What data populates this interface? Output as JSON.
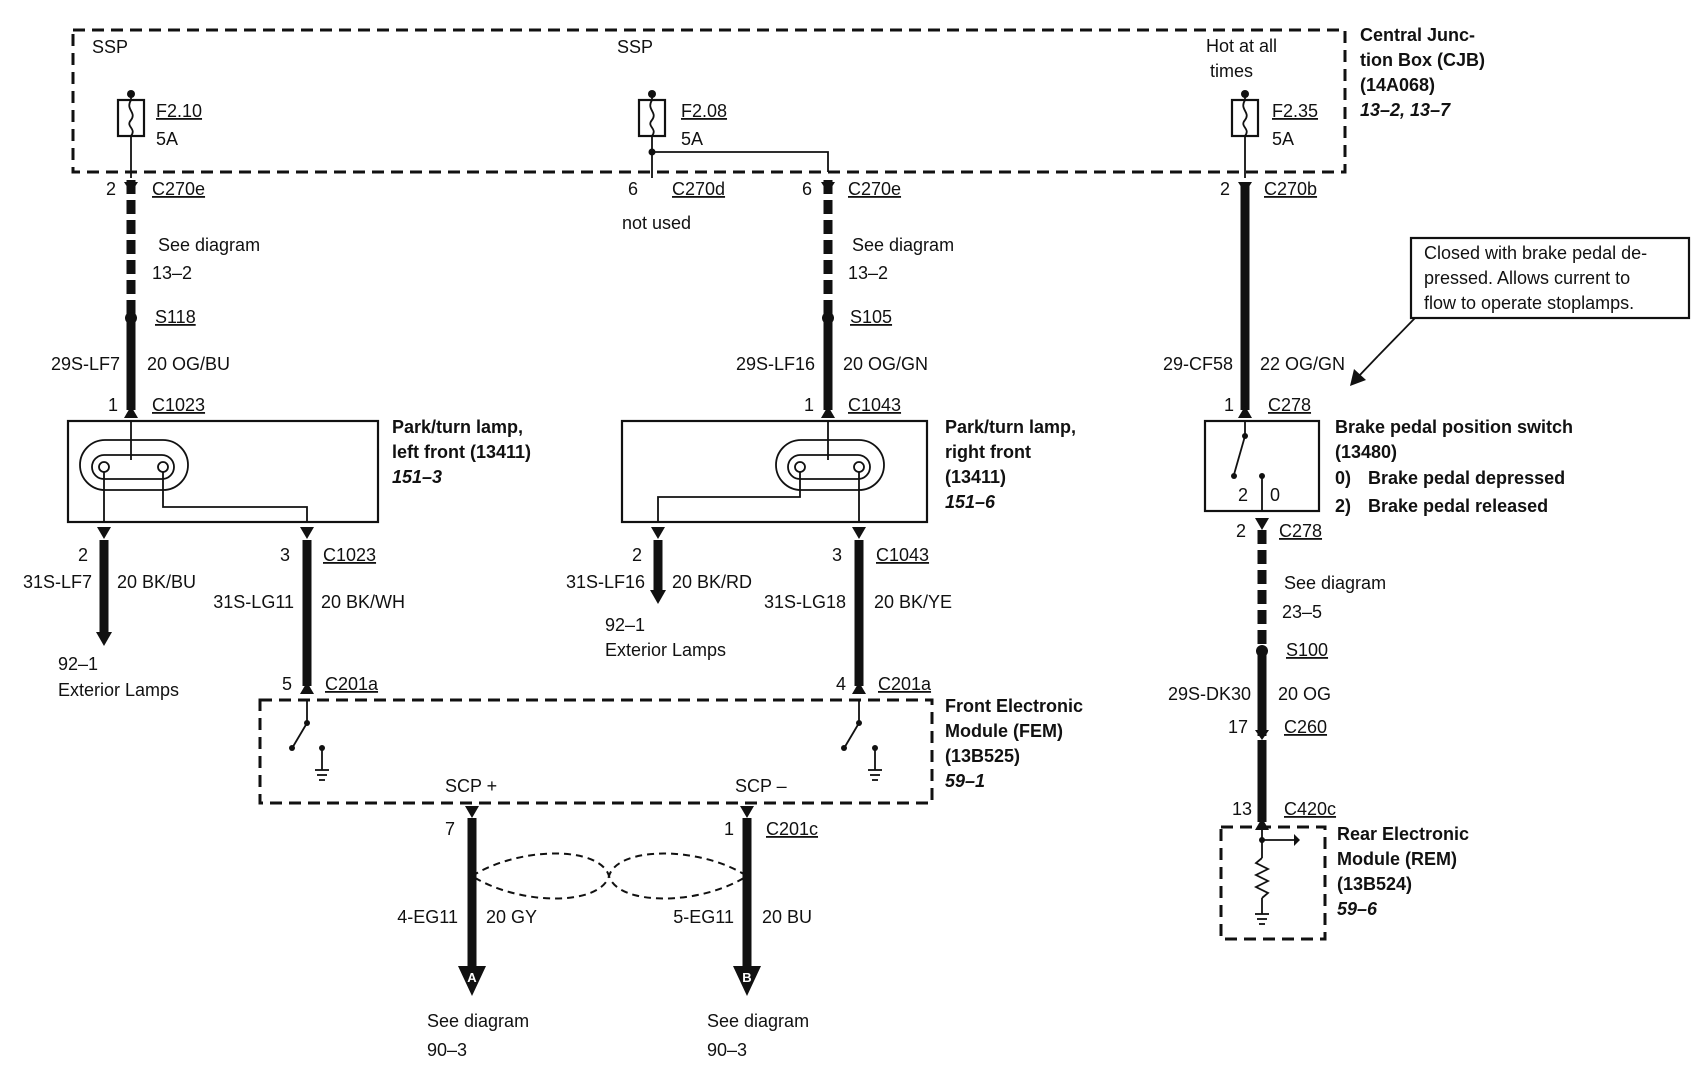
{
  "cjb": {
    "title": [
      "Central Junc-",
      "tion Box (CJB)",
      "(14A068)"
    ],
    "ref": "13–2, 13–7",
    "ssp_left": "SSP",
    "ssp_mid": "SSP",
    "hot": [
      "Hot at all",
      "times"
    ]
  },
  "fuses": [
    {
      "id": "F2.10",
      "amp": "5A"
    },
    {
      "id": "F2.08",
      "amp": "5A"
    },
    {
      "id": "F2.35",
      "amp": "5A"
    }
  ],
  "connectors_top": [
    {
      "pin": "2",
      "name": "C270e"
    },
    {
      "pin": "6",
      "name": "C270d",
      "note": "not used"
    },
    {
      "pin": "6",
      "name": "C270e"
    },
    {
      "pin": "2",
      "name": "C270b"
    }
  ],
  "see_diagram": [
    {
      "text": "See diagram",
      "ref": "13–2"
    },
    {
      "text": "See diagram",
      "ref": "13–2"
    },
    {
      "text": "See diagram",
      "ref": "23–5"
    }
  ],
  "splices": [
    "S118",
    "S105",
    "S100"
  ],
  "wires": {
    "w29s_lf7": {
      "circuit": "29S-LF7",
      "spec": "20 OG/BU"
    },
    "w29s_lf16": {
      "circuit": "29S-LF16",
      "spec": "20 OG/GN"
    },
    "w29_cf58": {
      "circuit": "29-CF58",
      "spec": "22 OG/GN"
    },
    "w31s_lf7": {
      "circuit": "31S-LF7",
      "spec": "20 BK/BU"
    },
    "w31s_lg11": {
      "circuit": "31S-LG11",
      "spec": "20 BK/WH"
    },
    "w31s_lf16": {
      "circuit": "31S-LF16",
      "spec": "20 BK/RD"
    },
    "w31s_lg18": {
      "circuit": "31S-LG18",
      "spec": "20 BK/YE"
    },
    "w29s_dk30": {
      "circuit": "29S-DK30",
      "spec": "20 OG"
    },
    "w4_eg11": {
      "circuit": "4-EG11",
      "spec": "20 GY"
    },
    "w5_eg11": {
      "circuit": "5-EG11",
      "spec": "20 BU"
    }
  },
  "lamp_left": {
    "title": [
      "Park/turn lamp,",
      "left front (13411)"
    ],
    "ref": "151–3",
    "in_pin": "1",
    "in_conn": "C1023",
    "out1_pin": "2",
    "out2_pin": "3",
    "out_conn": "C1023"
  },
  "lamp_right": {
    "title": [
      "Park/turn lamp,",
      "right front",
      "(13411)"
    ],
    "ref": "151–6",
    "in_pin": "1",
    "in_conn": "C1043",
    "out1_pin": "2",
    "out2_pin": "3",
    "out_conn": "C1043"
  },
  "exterior_left": {
    "ref": "92–1",
    "label": "Exterior Lamps"
  },
  "exterior_right": {
    "ref": "92–1",
    "label": "Exterior Lamps"
  },
  "fem": {
    "title": [
      "Front Electronic",
      "Module (FEM)",
      "(13B525)"
    ],
    "ref": "59–1",
    "pin_left": "5",
    "pin_right": "4",
    "conn": "C201a",
    "scp_plus": "SCP +",
    "scp_minus": "SCP –",
    "out_pin_left": "7",
    "out_pin_right": "1",
    "out_conn": "C201c"
  },
  "callout": [
    "Closed with brake pedal de-",
    "pressed. Allows current to",
    "flow to operate stoplamps."
  ],
  "bpps": {
    "title": [
      "Brake pedal position switch",
      "(13480)"
    ],
    "states": [
      {
        "num": "0)",
        "text": "Brake pedal depressed"
      },
      {
        "num": "2)",
        "text": "Brake pedal released"
      }
    ],
    "in_pin": "1",
    "in_conn": "C278",
    "pos_a": "2",
    "pos_b": "0",
    "out_pin": "2",
    "out_conn": "C278"
  },
  "c260": {
    "pin": "17",
    "name": "C260"
  },
  "rem": {
    "title": [
      "Rear Electronic",
      "Module (REM)",
      "(13B524)"
    ],
    "ref": "59–6",
    "pin": "13",
    "conn": "C420c"
  },
  "bottom": [
    {
      "flag": "A",
      "text": "See diagram",
      "ref": "90–3"
    },
    {
      "flag": "B",
      "text": "See diagram",
      "ref": "90–3"
    }
  ]
}
